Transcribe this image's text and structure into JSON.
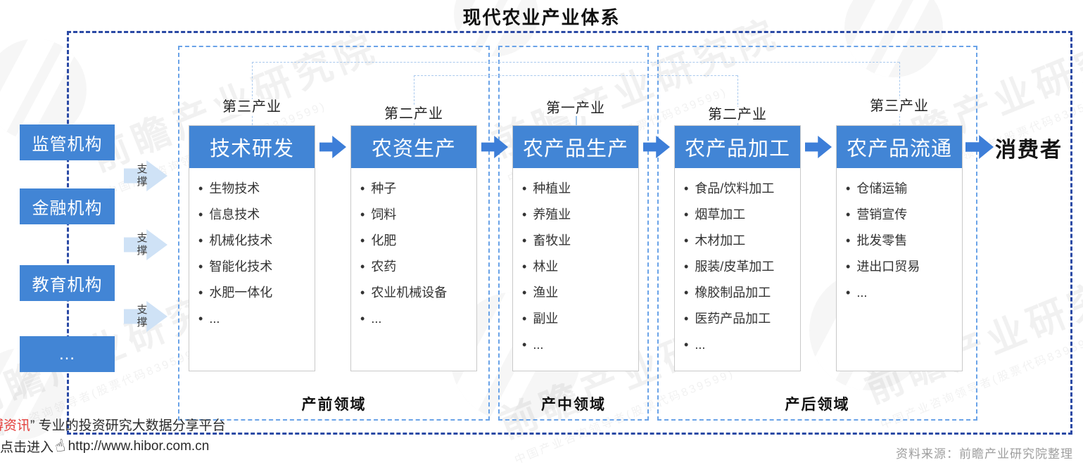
{
  "title": "现代农业产业体系",
  "colors": {
    "primary_blue": "#4285d5",
    "flow_arrow_blue": "#3d7ed8",
    "support_arrow_fill": "#cfe2f6",
    "outer_dashed_border": "#2b4aa5",
    "zone_dashed_border": "#6aa3e8",
    "bracket_line": "#a9c9ee",
    "brand_red": "#e5413e",
    "source_gray": "#9e9e9e"
  },
  "sidebar": {
    "support_label": "支撑",
    "items": [
      {
        "label": "监管机构"
      },
      {
        "label": "金融机构"
      },
      {
        "label": "教育机构"
      },
      {
        "label": "…"
      }
    ]
  },
  "columns": [
    {
      "industry": "第三产业",
      "header": "技术研发",
      "items": [
        "生物技术",
        "信息技术",
        "机械化技术",
        "智能化技术",
        "水肥一体化",
        "..."
      ]
    },
    {
      "industry": "第二产业",
      "header": "农资生产",
      "items": [
        "种子",
        "饲料",
        "化肥",
        "农药",
        "农业机械设备",
        "..."
      ]
    },
    {
      "industry": "第一产业",
      "header": "农产品生产",
      "items": [
        "种植业",
        "养殖业",
        "畜牧业",
        "林业",
        "渔业",
        "副业",
        "..."
      ]
    },
    {
      "industry": "第二产业",
      "header": "农产品加工",
      "items": [
        "食品/饮料加工",
        "烟草加工",
        "木材加工",
        "服装/皮革加工",
        "橡胶制品加工",
        "医药产品加工",
        "..."
      ]
    },
    {
      "industry": "第三产业",
      "header": "农产品流通",
      "items": [
        "仓储运输",
        "营销宣传",
        "批发零售",
        "进出口贸易",
        "..."
      ]
    }
  ],
  "consumer_label": "消费者",
  "zones": [
    {
      "label": "产前领域"
    },
    {
      "label": "产中领域"
    },
    {
      "label": "产后领域"
    }
  ],
  "footer": {
    "brand_red_text": "博资讯",
    "brand_dark_text": "” 专业的投资研究大数据分享平台",
    "click_text": "点击进入",
    "url": "http://www.hibor.com.cn",
    "source": "资料来源：前瞻产业研究院整理"
  },
  "watermark": {
    "big": "前瞻产业研究院",
    "small": "中国产业咨询领导者(股票代码839599)"
  }
}
